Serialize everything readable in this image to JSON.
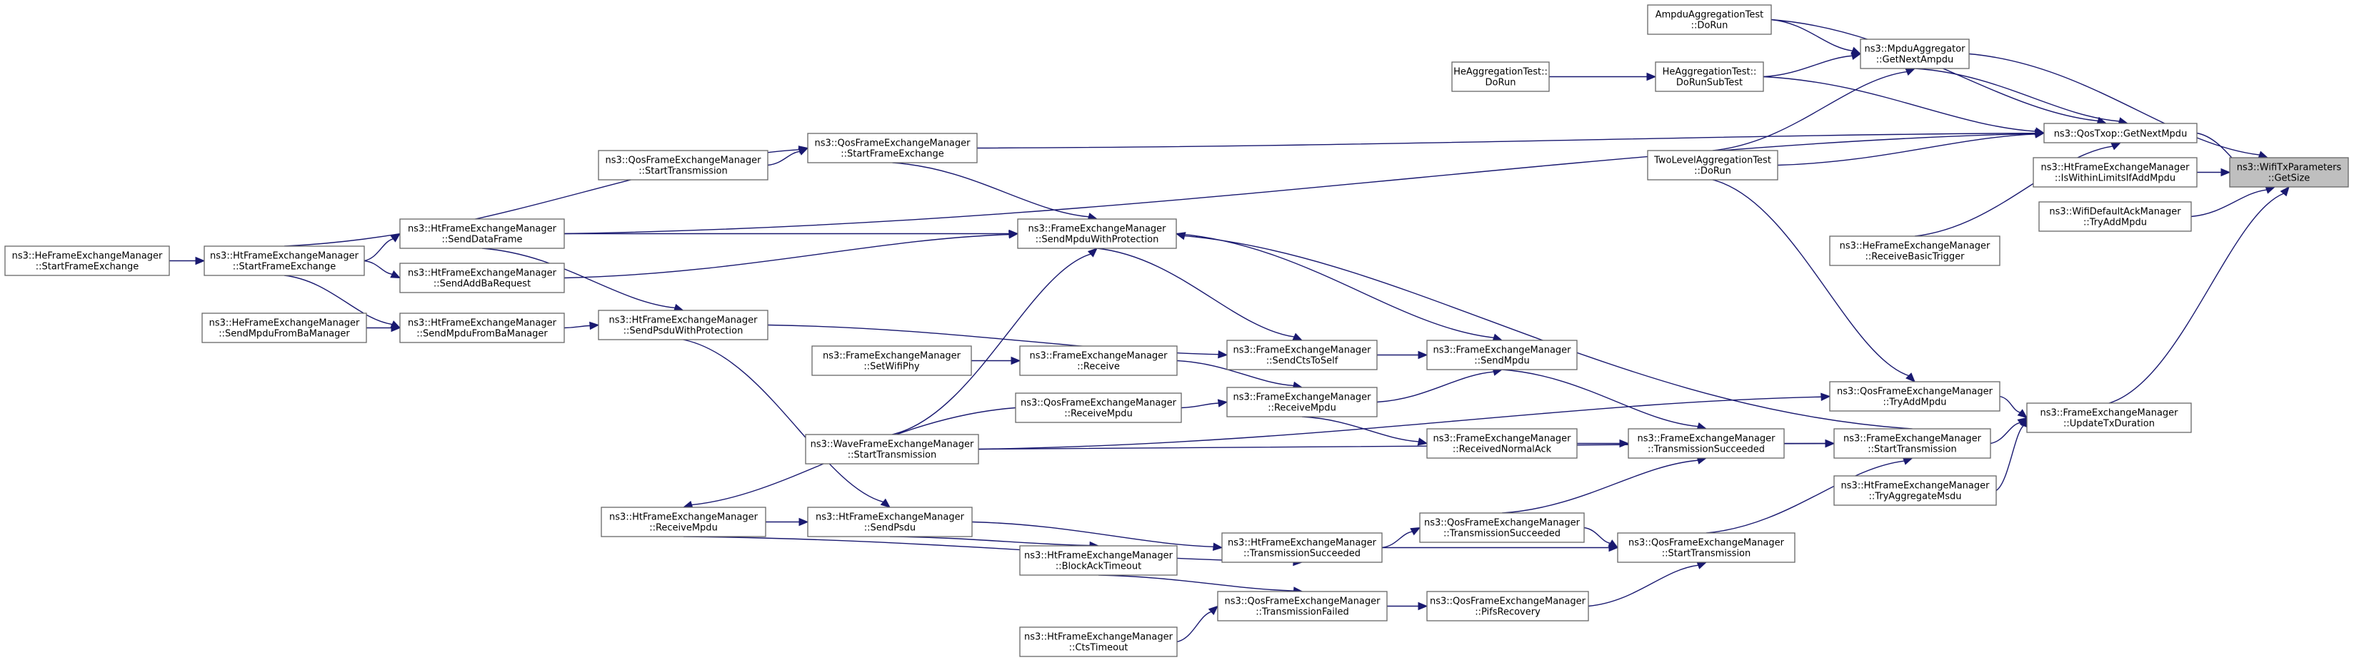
{
  "colors": {
    "edge": "#191970",
    "node_border": "#666666",
    "root_fill": "#bfbfbf",
    "node_fill": "#ffffff"
  },
  "nodes": {
    "root": [
      "ns3::WifiTxParameters",
      "::GetSize"
    ],
    "qostxop_getnextmpdu": [
      "ns3::QosTxop::GetNextMpdu"
    ],
    "htfem_iswithinlimits": [
      "ns3::HtFrameExchangeManager",
      "::IsWithinLimitsIfAddMpdu"
    ],
    "wifidefaultack_tryaddmpdu": [
      "ns3::WifiDefaultAckManager",
      "::TryAddMpdu"
    ],
    "fem_updatetxduration": [
      "ns3::FrameExchangeManager",
      "::UpdateTxDuration"
    ],
    "mpduaggregator_getnextampdu": [
      "ns3::MpduAggregator",
      "::GetNextAmpdu"
    ],
    "ampduaggtest_dorun": [
      "AmpduAggregationTest",
      "::DoRun"
    ],
    "heaggtest_dorunsubtest": [
      "HeAggregationTest::",
      "DoRunSubTest"
    ],
    "heaggtest_dorun": [
      "HeAggregationTest::",
      "DoRun"
    ],
    "twolevelaggtest_dorun": [
      "TwoLevelAggregationTest",
      "::DoRun"
    ],
    "hefem_receivebasictrigger": [
      "ns3::HeFrameExchangeManager",
      "::ReceiveBasicTrigger"
    ],
    "qosfem_startframeexchange": [
      "ns3::QosFrameExchangeManager",
      "::StartFrameExchange"
    ],
    "qosfem_starttransmission_a": [
      "ns3::QosFrameExchangeManager",
      "::StartTransmission"
    ],
    "htfem_startframeexchange": [
      "ns3::HtFrameExchangeManager",
      "::StartFrameExchange"
    ],
    "hefem_startframeexchange": [
      "ns3::HeFrameExchangeManager",
      "::StartFrameExchange"
    ],
    "htfem_senddataframe": [
      "ns3::HtFrameExchangeManager",
      "::SendDataFrame"
    ],
    "htfem_sendaddbarequest": [
      "ns3::HtFrameExchangeManager",
      "::SendAddBaRequest"
    ],
    "htfem_sendmpdufrombamanager": [
      "ns3::HtFrameExchangeManager",
      "::SendMpduFromBaManager"
    ],
    "hefem_sendmpdufrombamanager": [
      "ns3::HeFrameExchangeManager",
      "::SendMpduFromBaManager"
    ],
    "htfem_sendpsduwithprotection": [
      "ns3::HtFrameExchangeManager",
      "::SendPsduWithProtection"
    ],
    "fem_sendmpduwithprotection": [
      "ns3::FrameExchangeManager",
      "::SendMpduWithProtection"
    ],
    "fem_sendctstoself": [
      "ns3::FrameExchangeManager",
      "::SendCtsToSelf"
    ],
    "fem_sendmpdu": [
      "ns3::FrameExchangeManager",
      "::SendMpdu"
    ],
    "fem_setwifiphy": [
      "ns3::FrameExchangeManager",
      "::SetWifiPhy"
    ],
    "htfem_receive": [
      "ns3::FrameExchangeManager",
      "::Receive"
    ],
    "qosfem_receivempdu": [
      "ns3::QosFrameExchangeManager",
      "::ReceiveMpdu"
    ],
    "fem_receivempdu": [
      "ns3::FrameExchangeManager",
      "::ReceiveMpdu"
    ],
    "wavefem_starttransmission": [
      "ns3::WaveFrameExchangeManager",
      "::StartTransmission"
    ],
    "fem_receivednormalack": [
      "ns3::FrameExchangeManager",
      "::ReceivedNormalAck"
    ],
    "fem_transmissionsucceeded": [
      "ns3::FrameExchangeManager",
      "::TransmissionSucceeded"
    ],
    "qosfem_tryaddmpdu": [
      "ns3::QosFrameExchangeManager",
      "::TryAddMpdu"
    ],
    "fem_starttransmission": [
      "ns3::FrameExchangeManager",
      "::StartTransmission"
    ],
    "htfem_tryaggregatemsdu": [
      "ns3::HtFrameExchangeManager",
      "::TryAggregateMsdu"
    ],
    "htfem_receivempdu": [
      "ns3::HtFrameExchangeManager",
      "::ReceiveMpdu"
    ],
    "htfem_sendpsdu": [
      "ns3::HtFrameExchangeManager",
      "::SendPsdu"
    ],
    "htfem_transmissionsucceeded": [
      "ns3::HtFrameExchangeManager",
      "::TransmissionSucceeded"
    ],
    "qosfem_transmissionsucceeded": [
      "ns3::QosFrameExchangeManager",
      "::TransmissionSucceeded"
    ],
    "qosfem_starttransmission": [
      "ns3::QosFrameExchangeManager",
      "::StartTransmission"
    ],
    "htfem_blockacktimeout": [
      "ns3::HtFrameExchangeManager",
      "::BlockAckTimeout"
    ],
    "qosfem_transmissionfailed": [
      "ns3::QosFrameExchangeManager",
      "::TransmissionFailed"
    ],
    "qosfem_pifsrecovery": [
      "ns3::QosFrameExchangeManager",
      "::PifsRecovery"
    ],
    "htfem_ctstimeout": [
      "ns3::HtFrameExchangeManager",
      "::CtsTimeout"
    ]
  }
}
